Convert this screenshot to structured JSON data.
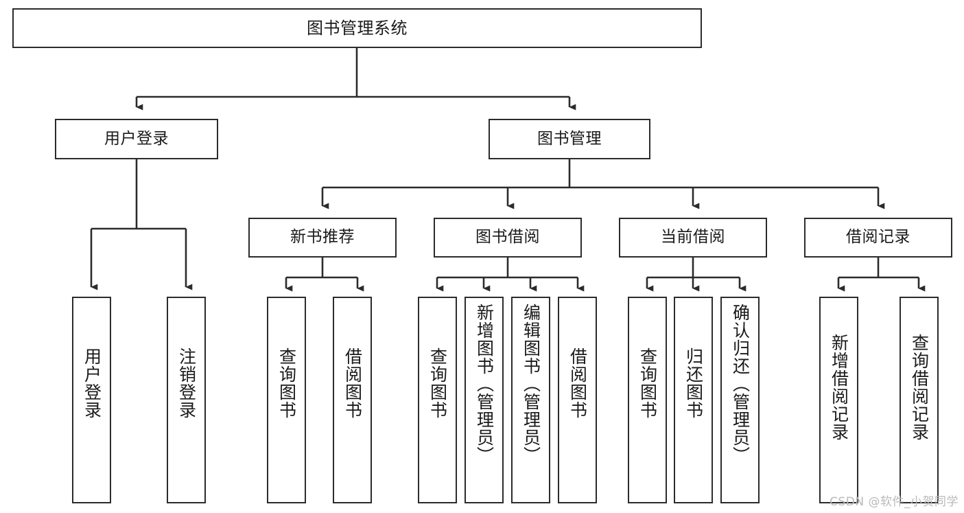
{
  "diagram": {
    "title": "图书管理系统",
    "type": "tree",
    "watermark": "CSDN @软件_小贺同学",
    "colors": {
      "node_border": "#2b2b2b",
      "node_fill": "#ffffff",
      "edge": "#2b2b2b",
      "text": "#1a1a1a",
      "watermark": "#b9b9b9"
    },
    "nodes": {
      "root": {
        "label": "图书管理系统",
        "level": 1,
        "orientation": "horizontal"
      },
      "user_login": {
        "label": "用户登录",
        "level": 2,
        "orientation": "horizontal"
      },
      "book_manage": {
        "label": "图书管理",
        "level": 2,
        "orientation": "horizontal"
      },
      "new_book_rec": {
        "label": "新书推荐",
        "level": 3,
        "orientation": "horizontal"
      },
      "book_borrow": {
        "label": "图书借阅",
        "level": 3,
        "orientation": "horizontal"
      },
      "current_borrow": {
        "label": "当前借阅",
        "level": 3,
        "orientation": "horizontal"
      },
      "borrow_record": {
        "label": "借阅记录",
        "level": 3,
        "orientation": "horizontal"
      },
      "leaf_user_login": {
        "label": "用户登录",
        "level": 4,
        "orientation": "vertical"
      },
      "leaf_logout": {
        "label": "注销登录",
        "level": 4,
        "orientation": "vertical"
      },
      "leaf_query_book_1": {
        "label": "查询图书",
        "level": 4,
        "orientation": "vertical"
      },
      "leaf_borrow_book_1": {
        "label": "借阅图书",
        "level": 4,
        "orientation": "vertical"
      },
      "leaf_query_book_2": {
        "label": "查询图书",
        "level": 4,
        "orientation": "vertical"
      },
      "leaf_add_book": {
        "label": "新增图书（管理员）",
        "level": 4,
        "orientation": "vertical"
      },
      "leaf_edit_book": {
        "label": "编辑图书（管理员）",
        "level": 4,
        "orientation": "vertical"
      },
      "leaf_borrow_book_2": {
        "label": "借阅图书",
        "level": 4,
        "orientation": "vertical"
      },
      "leaf_query_book_3": {
        "label": "查询图书",
        "level": 4,
        "orientation": "vertical"
      },
      "leaf_return_book": {
        "label": "归还图书",
        "level": 4,
        "orientation": "vertical"
      },
      "leaf_confirm_return": {
        "label": "确认归还（管理员）",
        "level": 4,
        "orientation": "vertical"
      },
      "leaf_add_record": {
        "label": "新增借阅记录",
        "level": 4,
        "orientation": "vertical"
      },
      "leaf_query_record": {
        "label": "查询借阅记录",
        "level": 4,
        "orientation": "vertical"
      }
    },
    "edges": [
      {
        "from": "root",
        "to": "user_login"
      },
      {
        "from": "root",
        "to": "book_manage"
      },
      {
        "from": "user_login",
        "to": "leaf_user_login"
      },
      {
        "from": "user_login",
        "to": "leaf_logout"
      },
      {
        "from": "book_manage",
        "to": "new_book_rec"
      },
      {
        "from": "book_manage",
        "to": "book_borrow"
      },
      {
        "from": "book_manage",
        "to": "current_borrow"
      },
      {
        "from": "book_manage",
        "to": "borrow_record"
      },
      {
        "from": "new_book_rec",
        "to": "leaf_query_book_1"
      },
      {
        "from": "new_book_rec",
        "to": "leaf_borrow_book_1"
      },
      {
        "from": "book_borrow",
        "to": "leaf_query_book_2"
      },
      {
        "from": "book_borrow",
        "to": "leaf_add_book"
      },
      {
        "from": "book_borrow",
        "to": "leaf_edit_book"
      },
      {
        "from": "book_borrow",
        "to": "leaf_borrow_book_2"
      },
      {
        "from": "current_borrow",
        "to": "leaf_query_book_3"
      },
      {
        "from": "current_borrow",
        "to": "leaf_return_book"
      },
      {
        "from": "current_borrow",
        "to": "leaf_confirm_return"
      },
      {
        "from": "borrow_record",
        "to": "leaf_add_record"
      },
      {
        "from": "borrow_record",
        "to": "leaf_query_record"
      }
    ]
  }
}
